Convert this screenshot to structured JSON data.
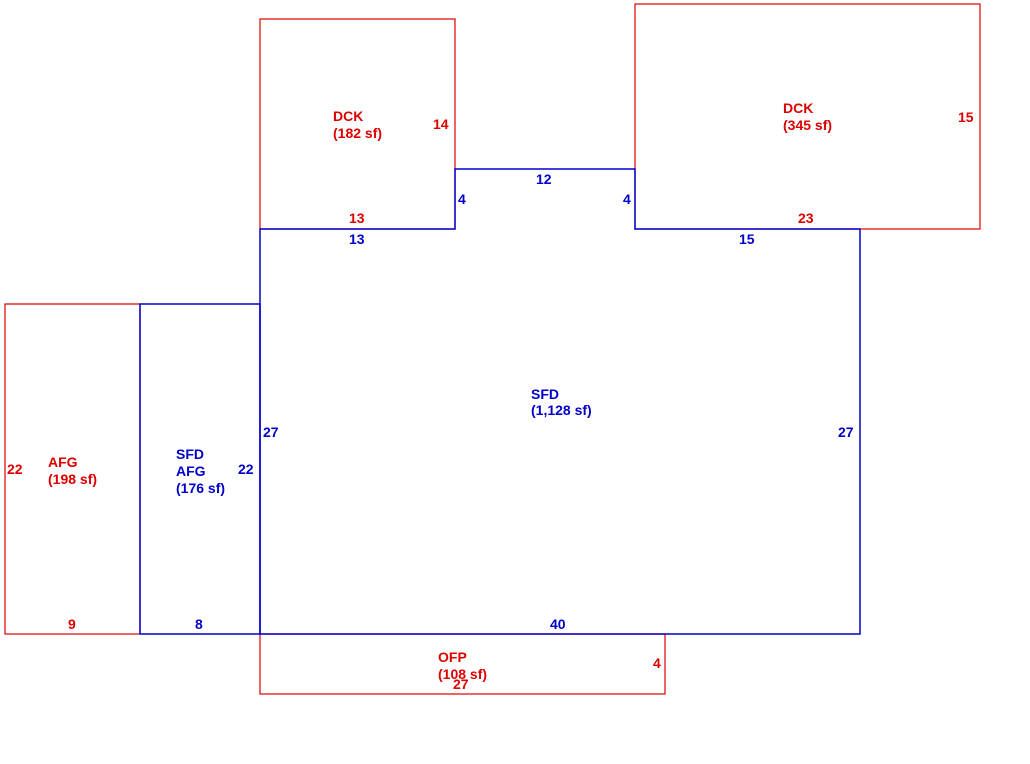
{
  "colors": {
    "blue": "#0000cc",
    "red": "#dd0000",
    "background": "#ffffff"
  },
  "areas": {
    "sfd_main": {
      "code": "SFD",
      "area": "(1,128 sf)"
    },
    "sfd_afg": {
      "code1": "SFD",
      "code2": "AFG",
      "area": "(176 sf)"
    },
    "afg": {
      "code": "AFG",
      "area": "(198 sf)"
    },
    "dck_left": {
      "code": "DCK",
      "area": "(182 sf)"
    },
    "dck_right": {
      "code": "DCK",
      "area": "(345 sf)"
    },
    "ofp": {
      "code": "OFP",
      "area": "(108 sf)"
    }
  },
  "dimensions": {
    "dck_left_side": "14",
    "dck_left_bottom": "13",
    "dck_right_side": "15",
    "dck_right_bottom": "23",
    "sfd_top_left": "13",
    "sfd_notch_left": "4",
    "sfd_notch_top": "12",
    "sfd_notch_right": "4",
    "sfd_top_right": "15",
    "sfd_left": "27",
    "sfd_right": "27",
    "sfd_bottom": "40",
    "sfd_afg_side": "22",
    "sfd_afg_bottom": "8",
    "afg_side": "22",
    "afg_bottom": "9",
    "ofp_side": "4",
    "ofp_bottom": "27"
  }
}
